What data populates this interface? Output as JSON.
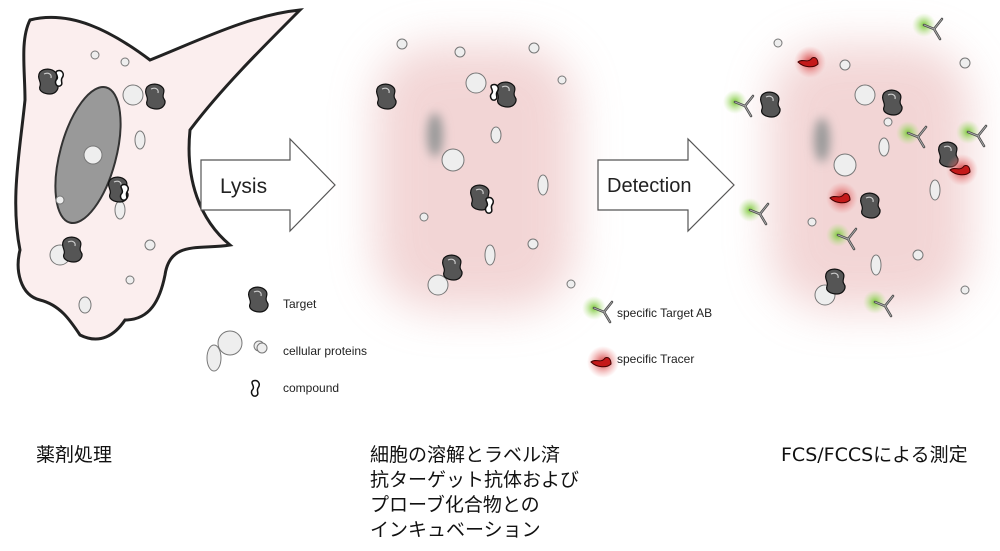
{
  "steps": [
    {
      "arrow_label": "Lysis"
    },
    {
      "arrow_label": "Detection"
    }
  ],
  "legend_left": {
    "target": "Target",
    "cellular_proteins": "cellular proteins",
    "compound": "compound"
  },
  "legend_right": {
    "antibody": "specific Target AB",
    "tracer": "specific Tracer"
  },
  "captions": {
    "step1": "薬剤処理",
    "step2": [
      "細胞の溶解とラベル済",
      "抗ターゲット抗体および",
      "プローブ化合物との",
      "インキュベーション"
    ],
    "step3": "FCS/FCCSによる測定"
  },
  "colors": {
    "cell_fill": "#fbeeee",
    "lysate_haze": "#e8b4b4",
    "antibody_glow": "#8fd14f",
    "tracer_red": "#cc1f1f"
  }
}
